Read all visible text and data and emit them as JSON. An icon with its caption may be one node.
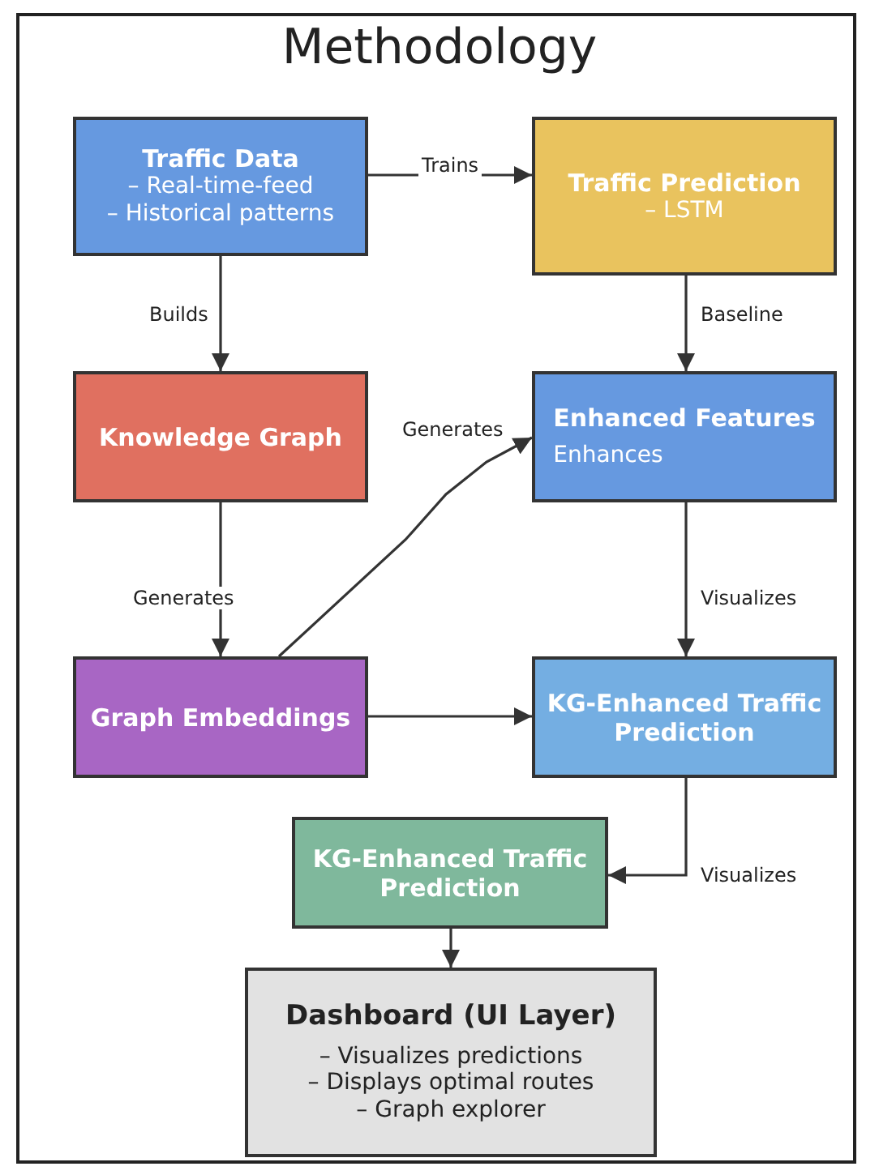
{
  "diagram": {
    "title": "Methodology",
    "nodes": [
      {
        "text": [
          "Traffic Data",
          "– Real-time-feed",
          "– Historical patterns"
        ]
      },
      {
        "text": [
          "Traffic Prediction",
          "– LSTM"
        ]
      },
      {
        "text": [
          "Knowledge Graph"
        ]
      },
      {
        "text": [
          "Enhanced Features",
          "Enhances"
        ]
      },
      {
        "text": [
          "Graph Embeddings"
        ]
      },
      {
        "text": [
          "KG-Enhanced Traffic Prediction"
        ]
      },
      {
        "text": [
          "KG-Enhanced Traffic Prediction"
        ]
      },
      {
        "text": [
          "Dashboard (UI Layer)",
          "– Visualizes predictions",
          "– Displays optimal routes",
          "– Graph explorer"
        ]
      }
    ],
    "edges": [
      {
        "from": 0,
        "to": 1,
        "arrow": "to",
        "label": "Trains"
      },
      {
        "from": 0,
        "to": 2,
        "arrow": "to",
        "label": "Builds"
      },
      {
        "from": 1,
        "to": 3,
        "arrow": "to",
        "label": "Baseline"
      },
      {
        "from": 2,
        "to": 4,
        "arrow": "to",
        "label": "Generates"
      },
      {
        "from": 4,
        "to": 3,
        "arrow": "to",
        "label": "Generates"
      },
      {
        "from": 3,
        "to": 5,
        "arrow": "to",
        "label": "Visualizes"
      },
      {
        "from": 4,
        "to": 5,
        "arrow": "to"
      },
      {
        "from": 5,
        "to": 6,
        "arrow": "to",
        "label": "Visualizes"
      },
      {
        "from": 6,
        "to": 7,
        "arrow": "to"
      }
    ]
  }
}
